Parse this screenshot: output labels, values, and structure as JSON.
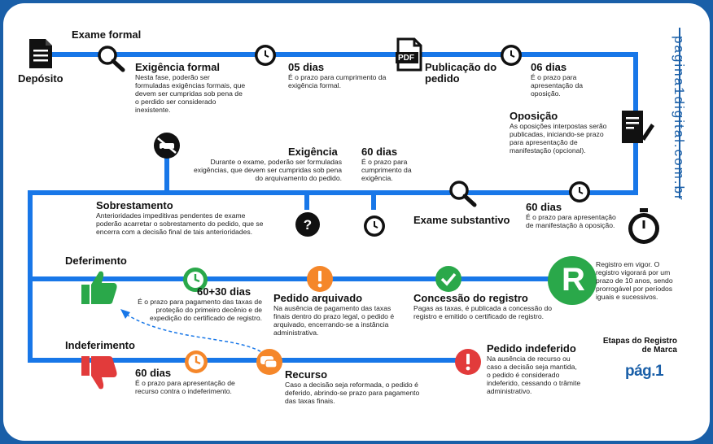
{
  "steps": {
    "exame_formal": {
      "title": "Exame formal"
    },
    "deposito": {
      "title": "Depósito"
    },
    "exigencia_formal": {
      "title": "Exigência formal",
      "desc": "Nesta fase, poderão ser formuladas exigências formais, que devem ser cumpridas sob pena de o perdido ser considerado inexistente."
    },
    "prazo_05": {
      "title": "05 dias",
      "desc": "É o prazo para cumprimento da exigência formal."
    },
    "publicacao": {
      "title": "Publicação do pedido"
    },
    "prazo_06": {
      "title": "06 dias",
      "desc": "É o prazo para apresentação da oposição."
    },
    "oposicao": {
      "title": "Oposição",
      "desc": "As oposições interpostas serão publicadas, iniciando-se prazo para apresentação de manifestação (opcional)."
    },
    "exigencia": {
      "title": "Exigência",
      "desc": "Durante o exame, poderão ser formuladas exigências, que devem ser cumpridas sob pena do arquivamento do pedido."
    },
    "prazo_60_exig": {
      "title": "60 dias",
      "desc": "É o prazo para cumprimento da exigência."
    },
    "sobrestamento": {
      "title": "Sobrestamento",
      "desc": "Anterioridades impeditivas pendentes de exame poderão acarretar o sobrestamento do pedido, que se encerra com a decisão final de tais anterioridades."
    },
    "exame_substantivo": {
      "title": "Exame substantivo"
    },
    "prazo_60_manif": {
      "title": "60 dias",
      "desc": "É o prazo para apresentação de manifestação à oposição."
    },
    "deferimento": {
      "title": "Deferimento"
    },
    "prazo_60_30": {
      "title": "60+30 dias",
      "desc": "É o prazo para pagamento das taxas de proteção do primeiro decênio e de expedição do certificado de registro."
    },
    "pedido_arquivado": {
      "title": "Pedido arquivado",
      "desc": "Na ausência de pagamento das taxas finais dentro do prazo legal, o pedido é arquivado, encerrando-se a instância administrativa."
    },
    "concessao": {
      "title": "Concessão do registro",
      "desc": "Pagas as taxas, é publicada a concessão do registro e emitido o certificado de registro."
    },
    "registro_vigor": {
      "desc": "Registro em vigor. O registro vigorará por um prazo de 10 anos, sendo prorrogável por períodos iguais e sucessivos."
    },
    "indeferimento": {
      "title": "Indeferimento"
    },
    "prazo_60_recurso": {
      "title": "60 dias",
      "desc": "É o prazo para apresentação de recurso contra o indeferimento."
    },
    "recurso": {
      "title": "Recurso",
      "desc": "Caso a decisão seja reformada, o pedido é deferido, abrindo-se prazo para pagamento das taxas finais."
    },
    "pedido_indeferido": {
      "title": "Pedido indeferido",
      "desc": "Na ausência de recurso ou caso a decisão seja mantida, o pedido é considerado indeferido, cessando o trâmite administrativo."
    }
  },
  "labels": {
    "etapas_title": "Etapas do Registro de Marca",
    "logo": "pág.1",
    "url": "pagina1digital.com.br",
    "pdf": "PDF",
    "registro_letter": "R"
  },
  "colors": {
    "line": "#1877e8",
    "green": "#2aa84a",
    "orange": "#f5872a",
    "red": "#e23b3b",
    "dark": "#111111",
    "brand": "#1a5fa8"
  },
  "icons": [
    "document-icon",
    "search-icon",
    "clock-icon",
    "pdf-icon",
    "signature-doc-icon",
    "no-car-icon",
    "question-icon",
    "stopwatch-icon",
    "thumbs-up-icon",
    "thumbs-down-icon",
    "warning-icon",
    "check-icon",
    "chat-icon",
    "registered-icon"
  ]
}
